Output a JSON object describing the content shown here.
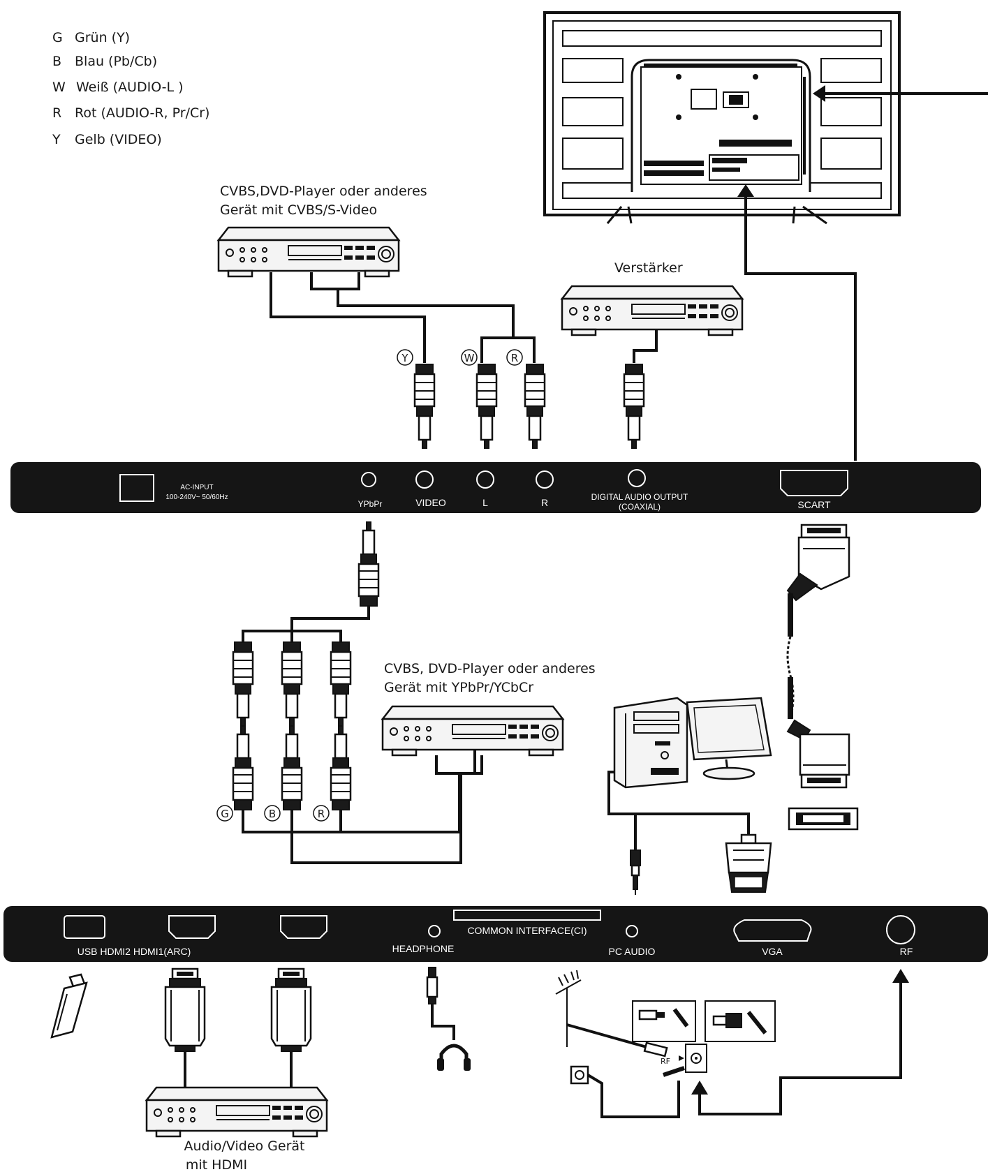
{
  "legend": [
    {
      "code": "G",
      "text": "Grün (Y)"
    },
    {
      "code": "B",
      "text": "Blau (Pb/Cb)"
    },
    {
      "code": "W",
      "text": "Weiß (AUDIO-L )"
    },
    {
      "code": "R",
      "text": "Rot (AUDIO-R, Pr/Cr)"
    },
    {
      "code": "Y",
      "text": "Gelb (VIDEO)"
    }
  ],
  "devices": {
    "cvbs_top_line1": "CVBS,DVD-Player oder anderes",
    "cvbs_top_line2": "Gerät mit CVBS/S-Video",
    "amplifier": "Verstärker",
    "ypbpr_line1": "CVBS, DVD-Player oder anderes",
    "ypbpr_line2": "Gerät mit YPbPr/YCbCr",
    "hdmi_line1": "Audio/Video Gerät",
    "hdmi_line2": "mit HDMI"
  },
  "top_panel": {
    "ac_line1": "AC-INPUT",
    "ac_line2": "100-240V~ 50/60Hz",
    "ypbpr": "YPbPr",
    "video": "VIDEO",
    "l": "L",
    "r": "R",
    "digital_line1": "DIGITAL AUDIO OUTPUT",
    "digital_line2": "(COAXIAL)",
    "scart": "SCART"
  },
  "bottom_panel": {
    "usb_hdmi": "USB HDMI2 HDMI1(ARC)",
    "headphone": "HEADPHONE",
    "ci": "COMMON INTERFACE(CI)",
    "pc_audio": "PC AUDIO",
    "vga": "VGA",
    "rf": "RF"
  },
  "plug_labels": {
    "y": "Y",
    "w": "W",
    "r_top": "R",
    "g": "G",
    "b": "B",
    "r_bottom": "R",
    "rf_tag": "RF"
  },
  "colors": {
    "ink": "#111111",
    "panel": "#151515",
    "device_fill": "#f4f4f4"
  }
}
